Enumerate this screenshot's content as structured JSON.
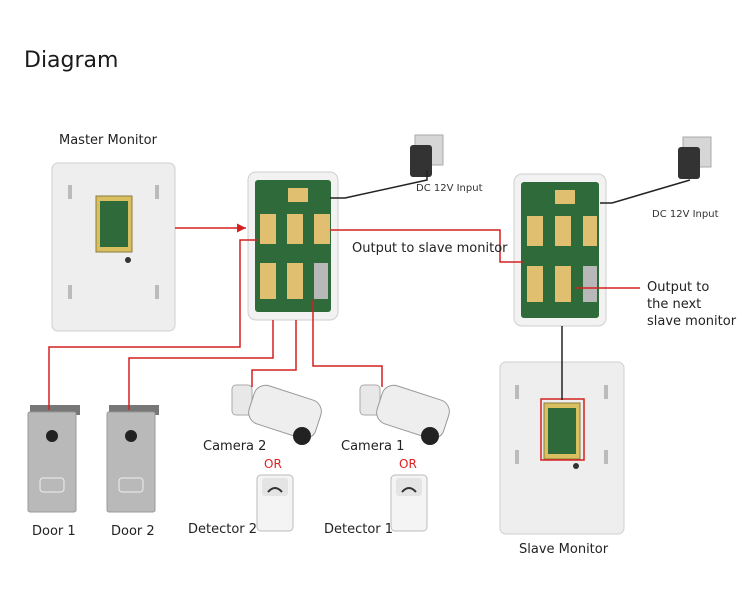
{
  "header": {
    "title": "Diagram"
  },
  "devices": {
    "master_monitor": "Master Monitor",
    "slave_monitor": "Slave Monitor",
    "door1": "Door 1",
    "door2": "Door 2",
    "camera1": "Camera 1",
    "camera2": "Camera 2",
    "detector1": "Detector 1",
    "detector2": "Detector 2",
    "or1": "OR",
    "or2": "OR"
  },
  "annotations": {
    "dc_input_1": "DC 12V Input",
    "dc_input_2": "DC 12V Input",
    "output_slave": "Output to slave monitor",
    "output_next_l1": "Output to",
    "output_next_l2": "the next",
    "output_next_l3": "slave monitor"
  },
  "colors": {
    "wire": "#d42020",
    "line": "#222222",
    "pcb": "#2f6b3a",
    "device": "#eeeeee"
  }
}
